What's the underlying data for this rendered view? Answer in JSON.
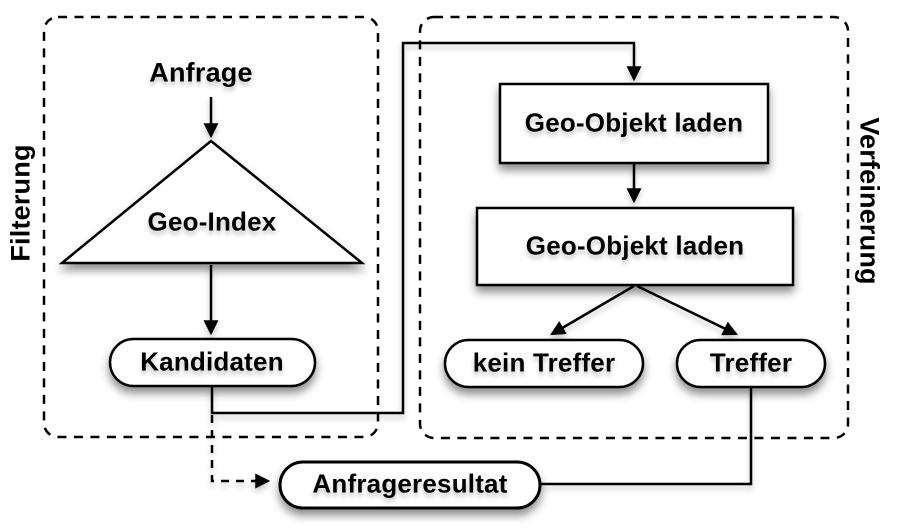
{
  "phases": {
    "filtering": {
      "label": "Filterung"
    },
    "refinement": {
      "label": "Verfeinerung"
    }
  },
  "nodes": {
    "anfrage": {
      "label": "Anfrage"
    },
    "geo_index": {
      "label": "Geo-Index"
    },
    "kandidaten": {
      "label": "Kandidaten"
    },
    "geo_objekt_laden_1": {
      "label": "Geo-Objekt laden"
    },
    "geo_objekt_laden_2": {
      "label": "Geo-Objekt laden"
    },
    "kein_treffer": {
      "label": "kein Treffer"
    },
    "treffer": {
      "label": "Treffer"
    },
    "anfrageresultat": {
      "label": "Anfrageresultat"
    }
  },
  "colors": {
    "line": "#000000",
    "node_fill": "#ffffff",
    "background": "#ffffff"
  }
}
